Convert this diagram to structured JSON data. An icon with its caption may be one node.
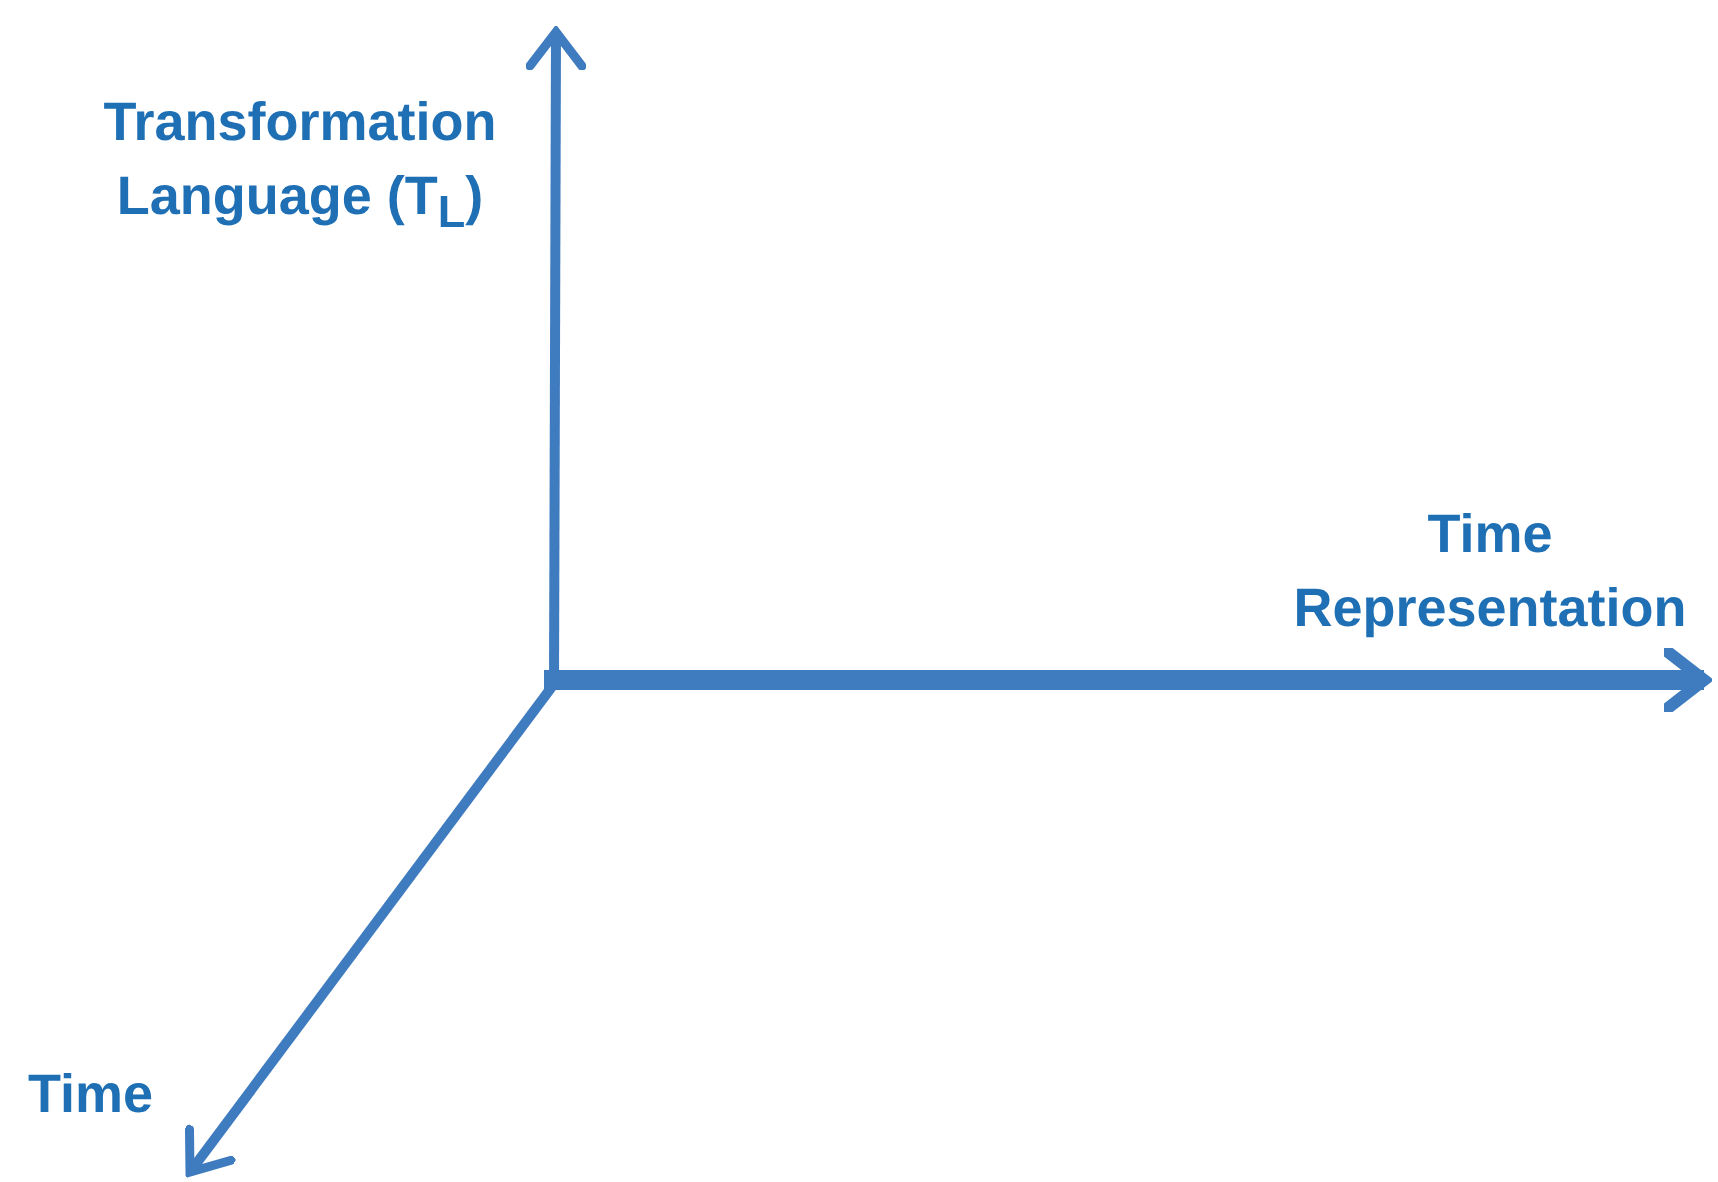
{
  "diagram": {
    "labels": [
      "Transformation Language (T$_{L}$)",
      "Time Representation",
      "Time"
    ]
  }
}
